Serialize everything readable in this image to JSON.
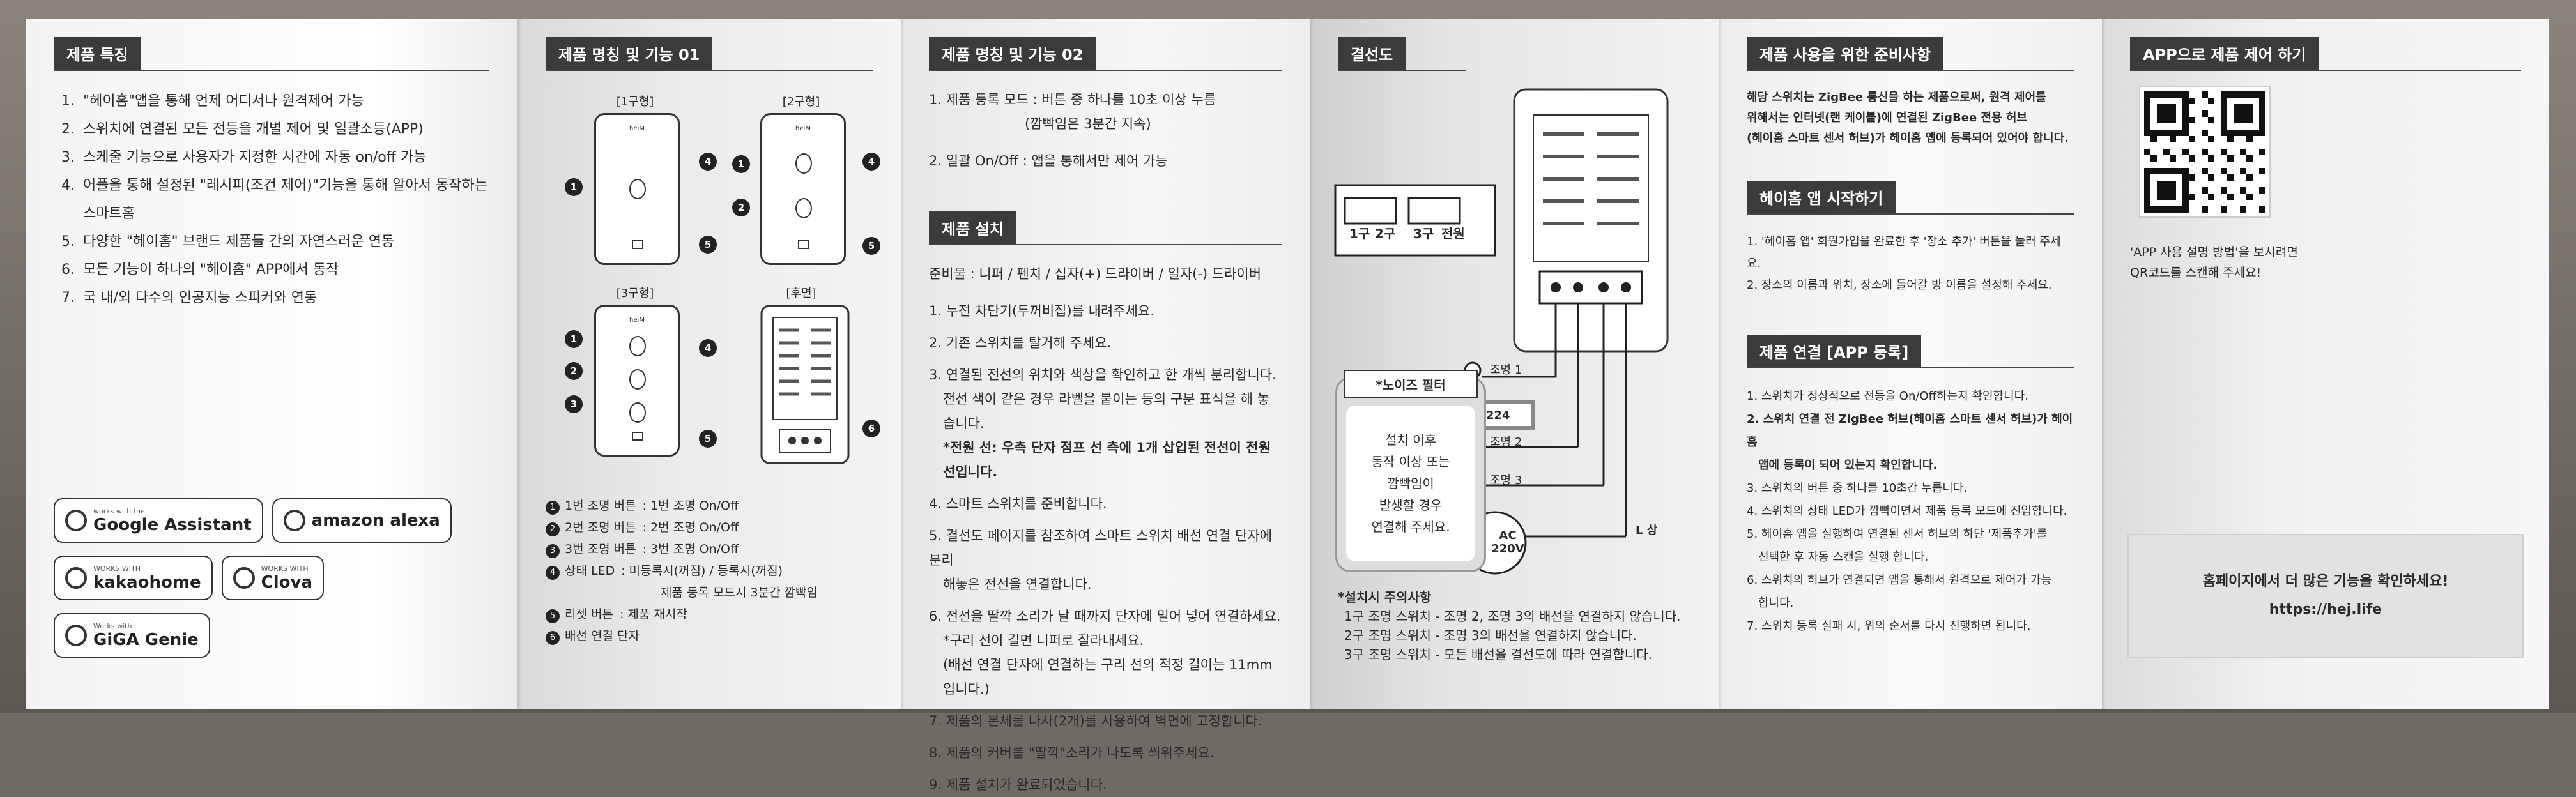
{
  "panel1": {
    "title": "제품 특징",
    "features": [
      "\"헤이홈\"앱을 통해 언제 어디서나 원격제어 가능",
      "스위치에 연결된 모든 전등을 개별 제어 및 일괄소등(APP)",
      "스케줄 기능으로 사용자가 지정한 시간에 자동 on/off 가능",
      "어플을 통해 설정된 \"레시피(조건 제어)\"기능을 통해 알아서 동작하는 스마트홈",
      "다양한 \"헤이홈\" 브랜드 제품들 간의 자연스러운 연동",
      "모든 기능이 하나의 \"헤이홈\" APP에서 동작",
      "국 내/외 다수의 인공지능 스피커와 연동"
    ],
    "logos": [
      {
        "small": "works with the",
        "name": "Google Assistant",
        "icon": "google-assistant-icon"
      },
      {
        "small": "",
        "name": "amazon alexa",
        "icon": "alexa-icon"
      },
      {
        "small": "WORKS WITH",
        "name": "kakaohome",
        "icon": "kakao-home-icon"
      },
      {
        "small": "WORKS WITH",
        "name": "Clova",
        "icon": "clova-icon"
      },
      {
        "small": "Works with",
        "name": "GiGA Genie",
        "icon": "giga-genie-icon"
      }
    ]
  },
  "panel2": {
    "title": "제품 명칭 및 기능 01",
    "devices": {
      "one": "[1구형]",
      "two": "[2구형]",
      "three": "[3구형]",
      "rear": "[후면]",
      "brand": "heiM"
    },
    "legend": [
      {
        "n": "1",
        "label": "1번 조명 버튼",
        "desc": ": 1번 조명 On/Off"
      },
      {
        "n": "2",
        "label": "2번 조명 버튼",
        "desc": ": 2번 조명 On/Off"
      },
      {
        "n": "3",
        "label": "3번 조명 버튼",
        "desc": ": 3번 조명 On/Off"
      },
      {
        "n": "4",
        "label": "상태 LED",
        "desc": ": 미등록시(꺼짐) / 등록시(꺼짐)"
      },
      {
        "n": "",
        "label": "",
        "desc": "제품 등록 모드시 3분간 깜빡임"
      },
      {
        "n": "5",
        "label": "리셋 버튼",
        "desc": ": 제품 재시작"
      },
      {
        "n": "6",
        "label": "배선 연결 단자",
        "desc": ""
      }
    ]
  },
  "panel3": {
    "title": "제품 명칭 및 기능 02",
    "func": [
      "1. 제품 등록 모드 : 버튼 중 하나를 10초 이상 누름",
      "(깜빡임은 3분간 지속)",
      "2. 일괄 On/Off : 앱을 통해서만 제어 가능"
    ],
    "install_title": "제품 설치",
    "prep": "준비물 : 니퍼 / 펜치 / 십자(+) 드라이버 / 일자(-) 드라이버",
    "steps": [
      "1. 누전 차단기(두꺼비집)를 내려주세요.",
      "2. 기존 스위치를 탈거해 주세요.",
      "3. 연결된 전선의 위치와 색상을 확인하고 한 개씩 분리합니다.",
      "전선 색이 같은 경우 라벨을 붙이는 등의 구분 표식을 해 놓습니다.",
      "*전원 선: 우측 단자 점프 선 측에 1개 삽입된 전선이 전원 선입니다.",
      "4. 스마트 스위치를 준비합니다.",
      "5. 결선도 페이지를 참조하여 스마트 스위치 배선 연결 단자에 분리",
      "해놓은 전선을 연결합니다.",
      "6. 전선을 딸깍 소리가 날 때까지 단자에 밀어 넣어 연결하세요.",
      "*구리 선이 길면 니퍼로 잘라내세요.",
      "(배선 연결 단자에 연결하는 구리 선의 적정 길이는 11mm입니다.)",
      "7. 제품의 본체를 나사(2개)를 사용하여 벽면에 고정합니다.",
      "8. 제품의 커버를 \"딸깍\"소리가 나도록 씌워주세요.",
      "9. 제품 설치가 완료되었습니다."
    ]
  },
  "panel4": {
    "title": "결선도",
    "terminals": [
      "1구",
      "2구",
      "3구",
      "전원"
    ],
    "noise_title": "*노이즈 필터",
    "noise_text": [
      "설치 이후",
      "동작 이상 또는",
      "깜빡임이",
      "발생할 경우",
      "연결해 주세요."
    ],
    "lamps": [
      "조명 1",
      "조명 2",
      "조명 3"
    ],
    "filter_value": "224",
    "ac": [
      "AC",
      "220V"
    ],
    "l_phase": "L 상",
    "caution_title": "*설치시 주의사항",
    "cautions": [
      "1구 조명 스위치 - 조명 2, 조명 3의 배선을 연결하지 않습니다.",
      "2구 조명 스위치 - 조명 3의 배선을 연결하지 않습니다.",
      "3구 조명 스위치 - 모든 배선을 결선도에 따라 연결합니다."
    ]
  },
  "panel5": {
    "prep_title": "제품 사용을 위한 준비사항",
    "prep_text": [
      "해당 스위치는 ZigBee 통신을 하는 제품으로써, 원격 제어를",
      "위해서는 인터넷(랜 케이블)에 연결된 ZigBee 전용 허브",
      "(헤이홈 스마트 센서 허브)가 헤이홈 앱에 등록되어 있어야 합니다."
    ],
    "start_title": "헤이홈 앱 시작하기",
    "start_steps": [
      "1. '헤이홈 앱' 회원가입을 완료한 후 '장소 추가' 버튼을 눌러 주세요.",
      "2. 장소의 이름과 위치, 장소에 들어갈 방 이름을 설정해 주세요."
    ],
    "connect_title": "제품 연결 [APP 등록]",
    "connect_steps": [
      "1. 스위치가 정상적으로 전등을 On/Off하는지 확인합니다.",
      "2. 스위치 연결 전 ZigBee 허브(헤이홈 스마트 센서 허브)가 헤이홈",
      "앱에 등록이 되어 있는지 확인합니다.",
      "3. 스위치의 버튼 중 하나를 10초간 누릅니다.",
      "4. 스위치의 상태 LED가 깜빡이면서 제품 등록 모드에 진입합니다.",
      "5. 헤이홈 앱을 실행하여 연결된 센서 허브의 하단 '제품추가'를",
      "선택한 후 자동 스캔을 실행 합니다.",
      "6. 스위치의 허브가 연결되면 앱을 통해서 원격으로 제어가 가능",
      "합니다.",
      "7. 스위치 등록 실패 시, 위의 순서를 다시 진행하면 됩니다."
    ]
  },
  "panel6": {
    "title": "APP으로 제품 제어 하기",
    "qr_caption": [
      "'APP 사용 설명 방법'을 보시려면",
      "QR코드를 스캔해 주세요!"
    ],
    "banner": [
      "홈페이지에서 더 많은 기능을 확인하세요!",
      "https://hej.life"
    ]
  }
}
